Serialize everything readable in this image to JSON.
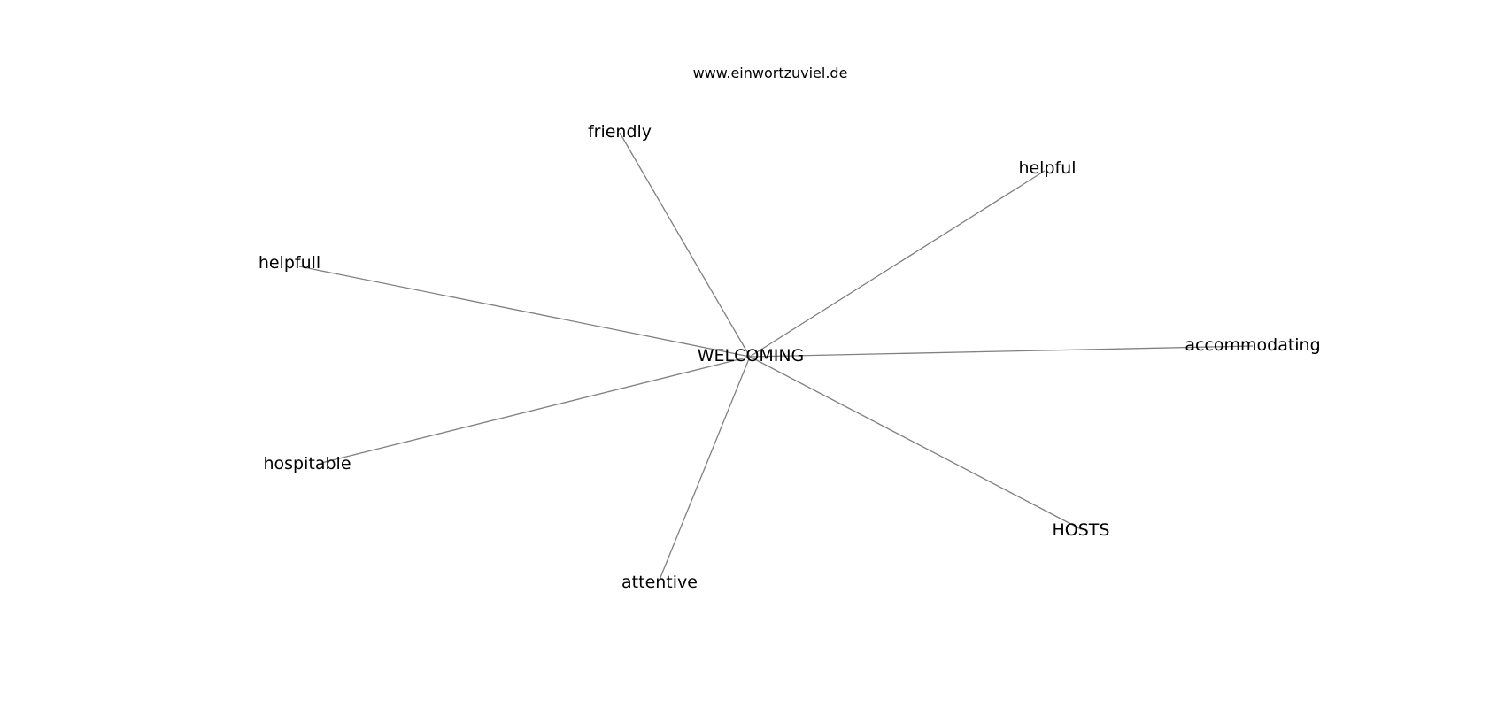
{
  "header": {
    "site": "www.einwortzuviel.de"
  },
  "graph": {
    "center": "WELCOMING",
    "neighbors": [
      "friendly",
      "helpful",
      "helpfull",
      "accommodating",
      "hospitable",
      "HOSTS",
      "attentive"
    ]
  },
  "colors": {
    "edge": "#808080",
    "text": "#000000",
    "background": "#ffffff"
  }
}
